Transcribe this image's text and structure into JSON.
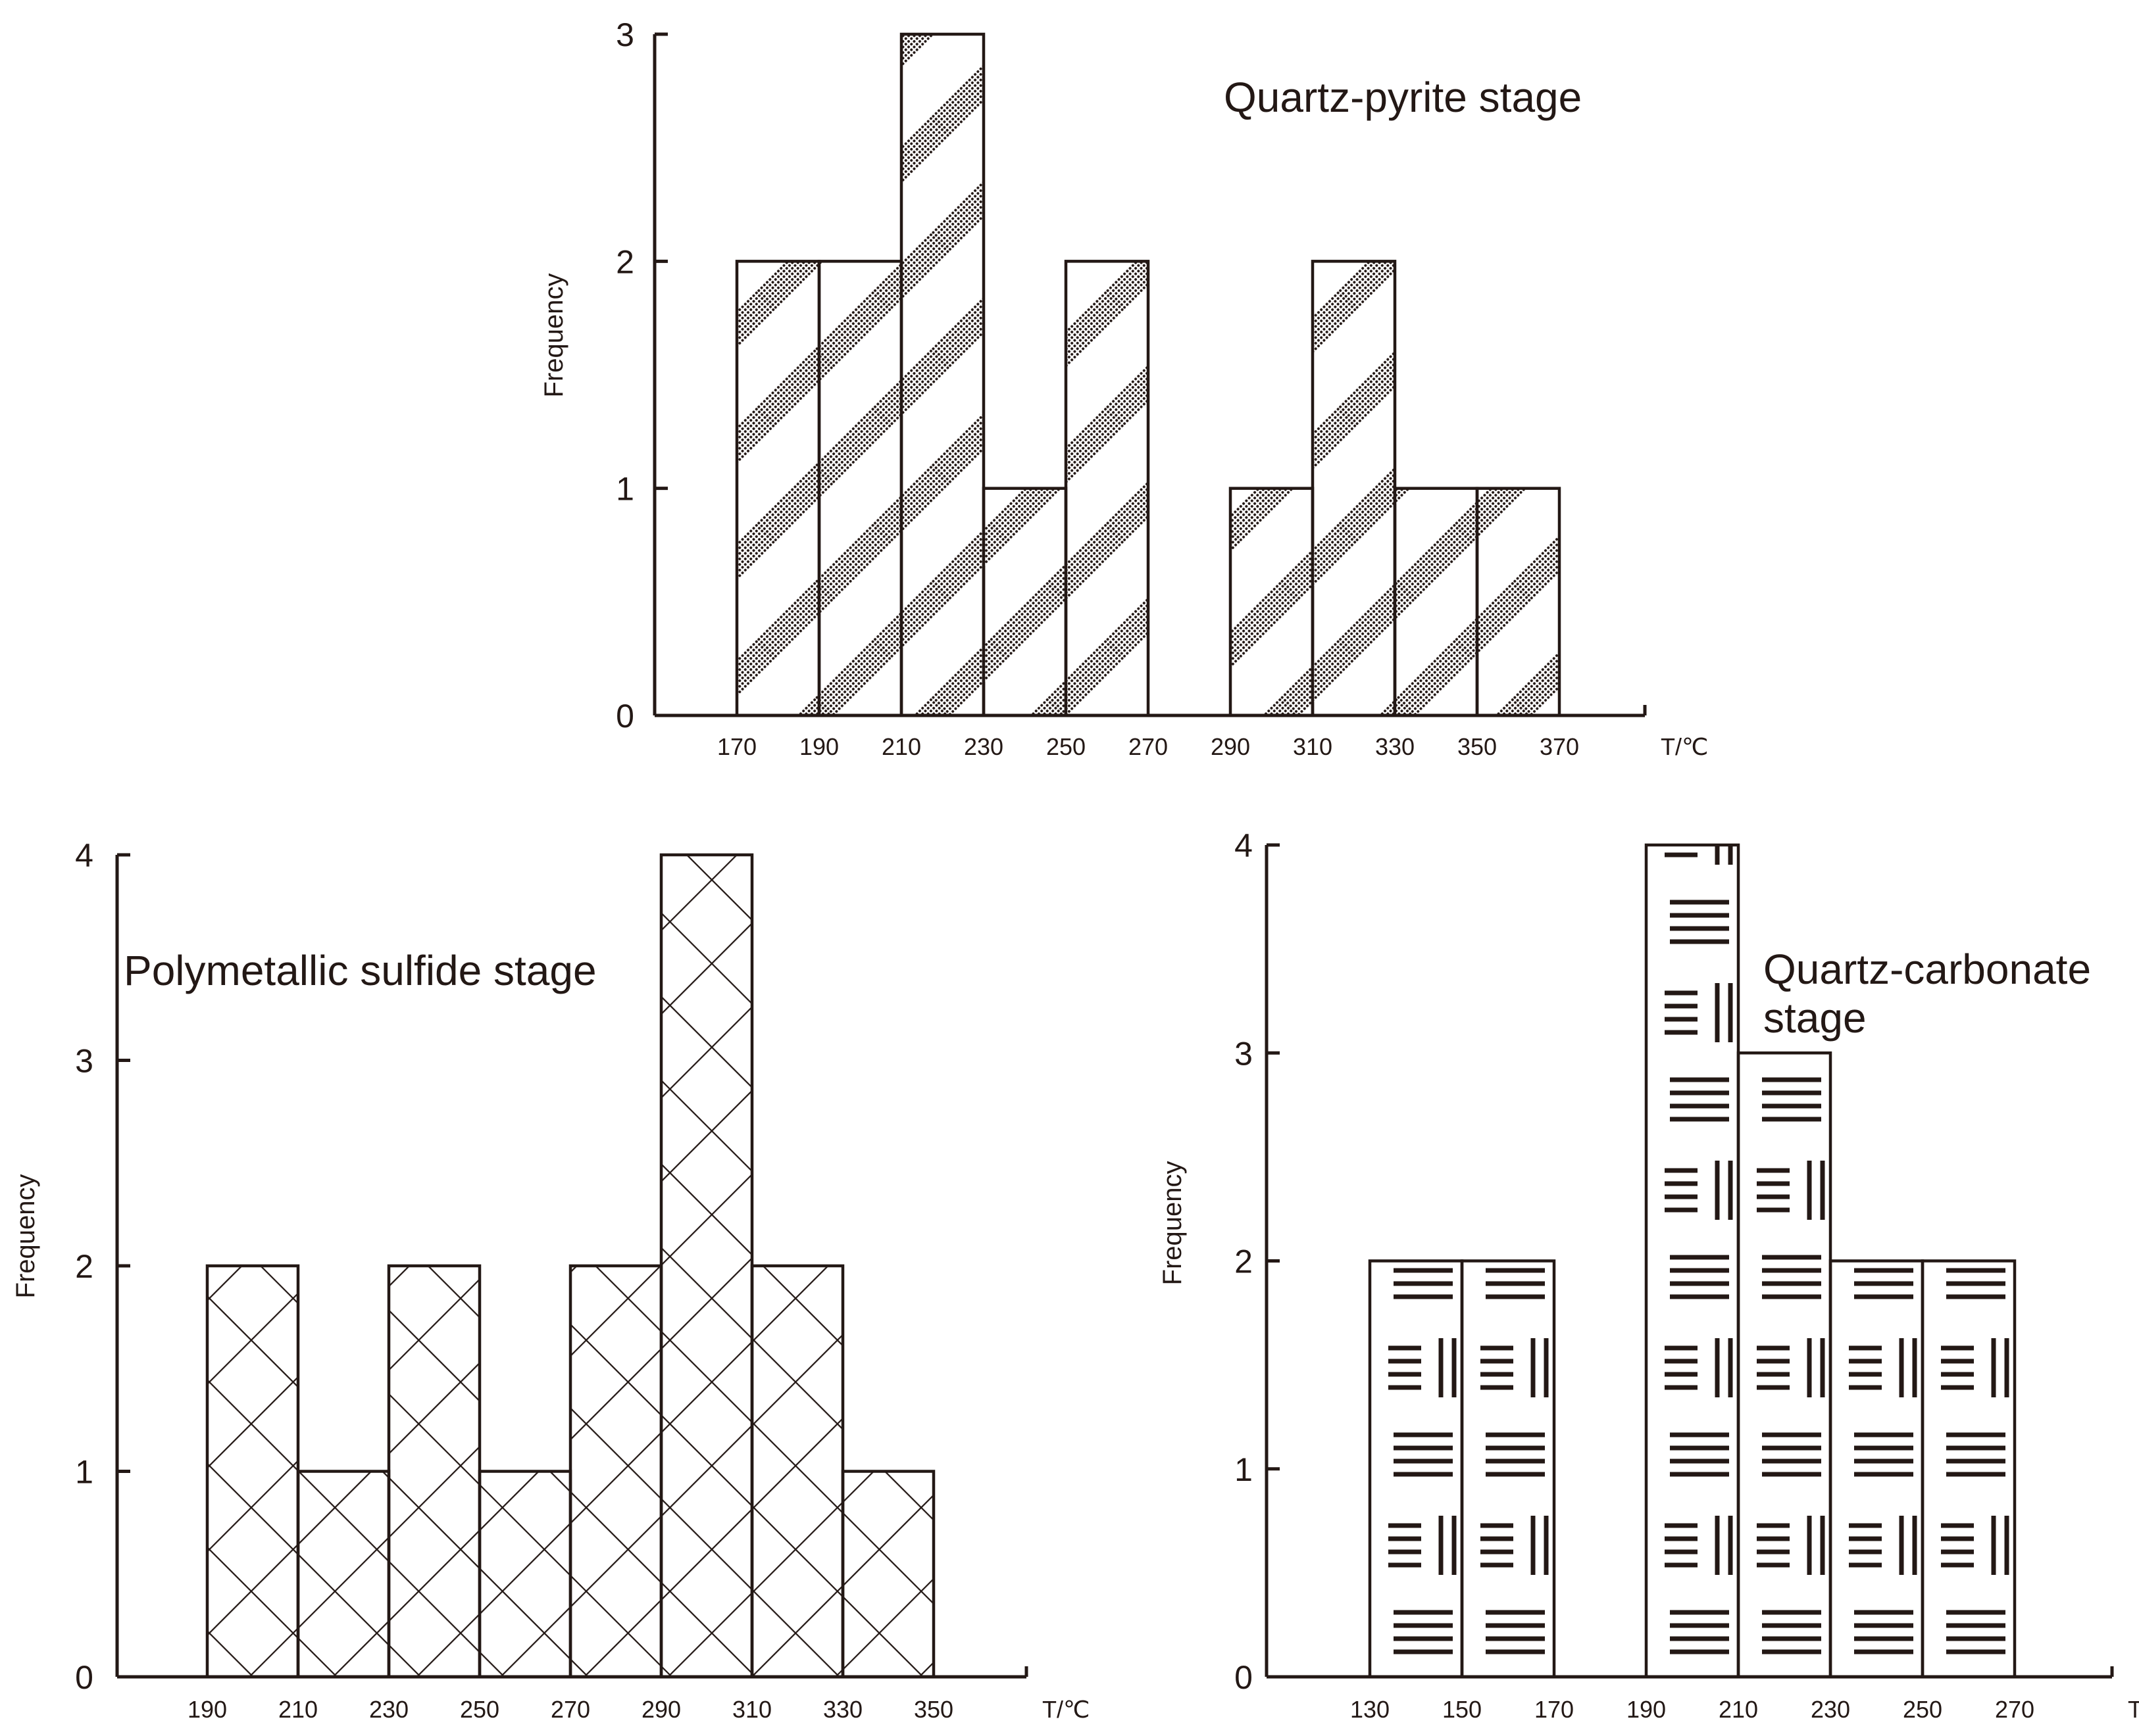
{
  "chart_data": [
    {
      "type": "bar",
      "title": "Quartz-pyrite stage",
      "xlabel": "T/℃",
      "ylabel": "Frequency",
      "bin_edges": [
        "170",
        "190",
        "210",
        "230",
        "250",
        "270",
        "290",
        "310",
        "330",
        "350",
        "370"
      ],
      "values": [
        2,
        2,
        3,
        1,
        2,
        0,
        1,
        2,
        1,
        1
      ],
      "yticks": [
        "0",
        "1",
        "2",
        "3"
      ],
      "ylim": [
        0,
        3
      ],
      "pattern": "diagonal-stippled-stripes"
    },
    {
      "type": "bar",
      "title": "Polymetallic sulfide stage",
      "xlabel": "T/℃",
      "ylabel": "Frequency",
      "bin_edges": [
        "190",
        "210",
        "230",
        "250",
        "270",
        "290",
        "310",
        "330",
        "350"
      ],
      "values": [
        2,
        1,
        2,
        1,
        2,
        4,
        2,
        1
      ],
      "yticks": [
        "0",
        "1",
        "2",
        "3",
        "4"
      ],
      "ylim": [
        0,
        4
      ],
      "pattern": "crosshatch"
    },
    {
      "type": "bar",
      "title_lines": [
        "Quartz-carbonate",
        "stage"
      ],
      "xlabel": "T/℃",
      "ylabel": "Frequency",
      "bin_edges": [
        "130",
        "150",
        "170",
        "190",
        "210",
        "230",
        "250",
        "270"
      ],
      "values": [
        2,
        2,
        0,
        4,
        3,
        2,
        2
      ],
      "yticks": [
        "0",
        "1",
        "2",
        "3",
        "4"
      ],
      "ylim": [
        0,
        4
      ],
      "pattern": "basket-weave"
    }
  ],
  "colors": {
    "ink": "#231815",
    "background": "#ffffff"
  }
}
